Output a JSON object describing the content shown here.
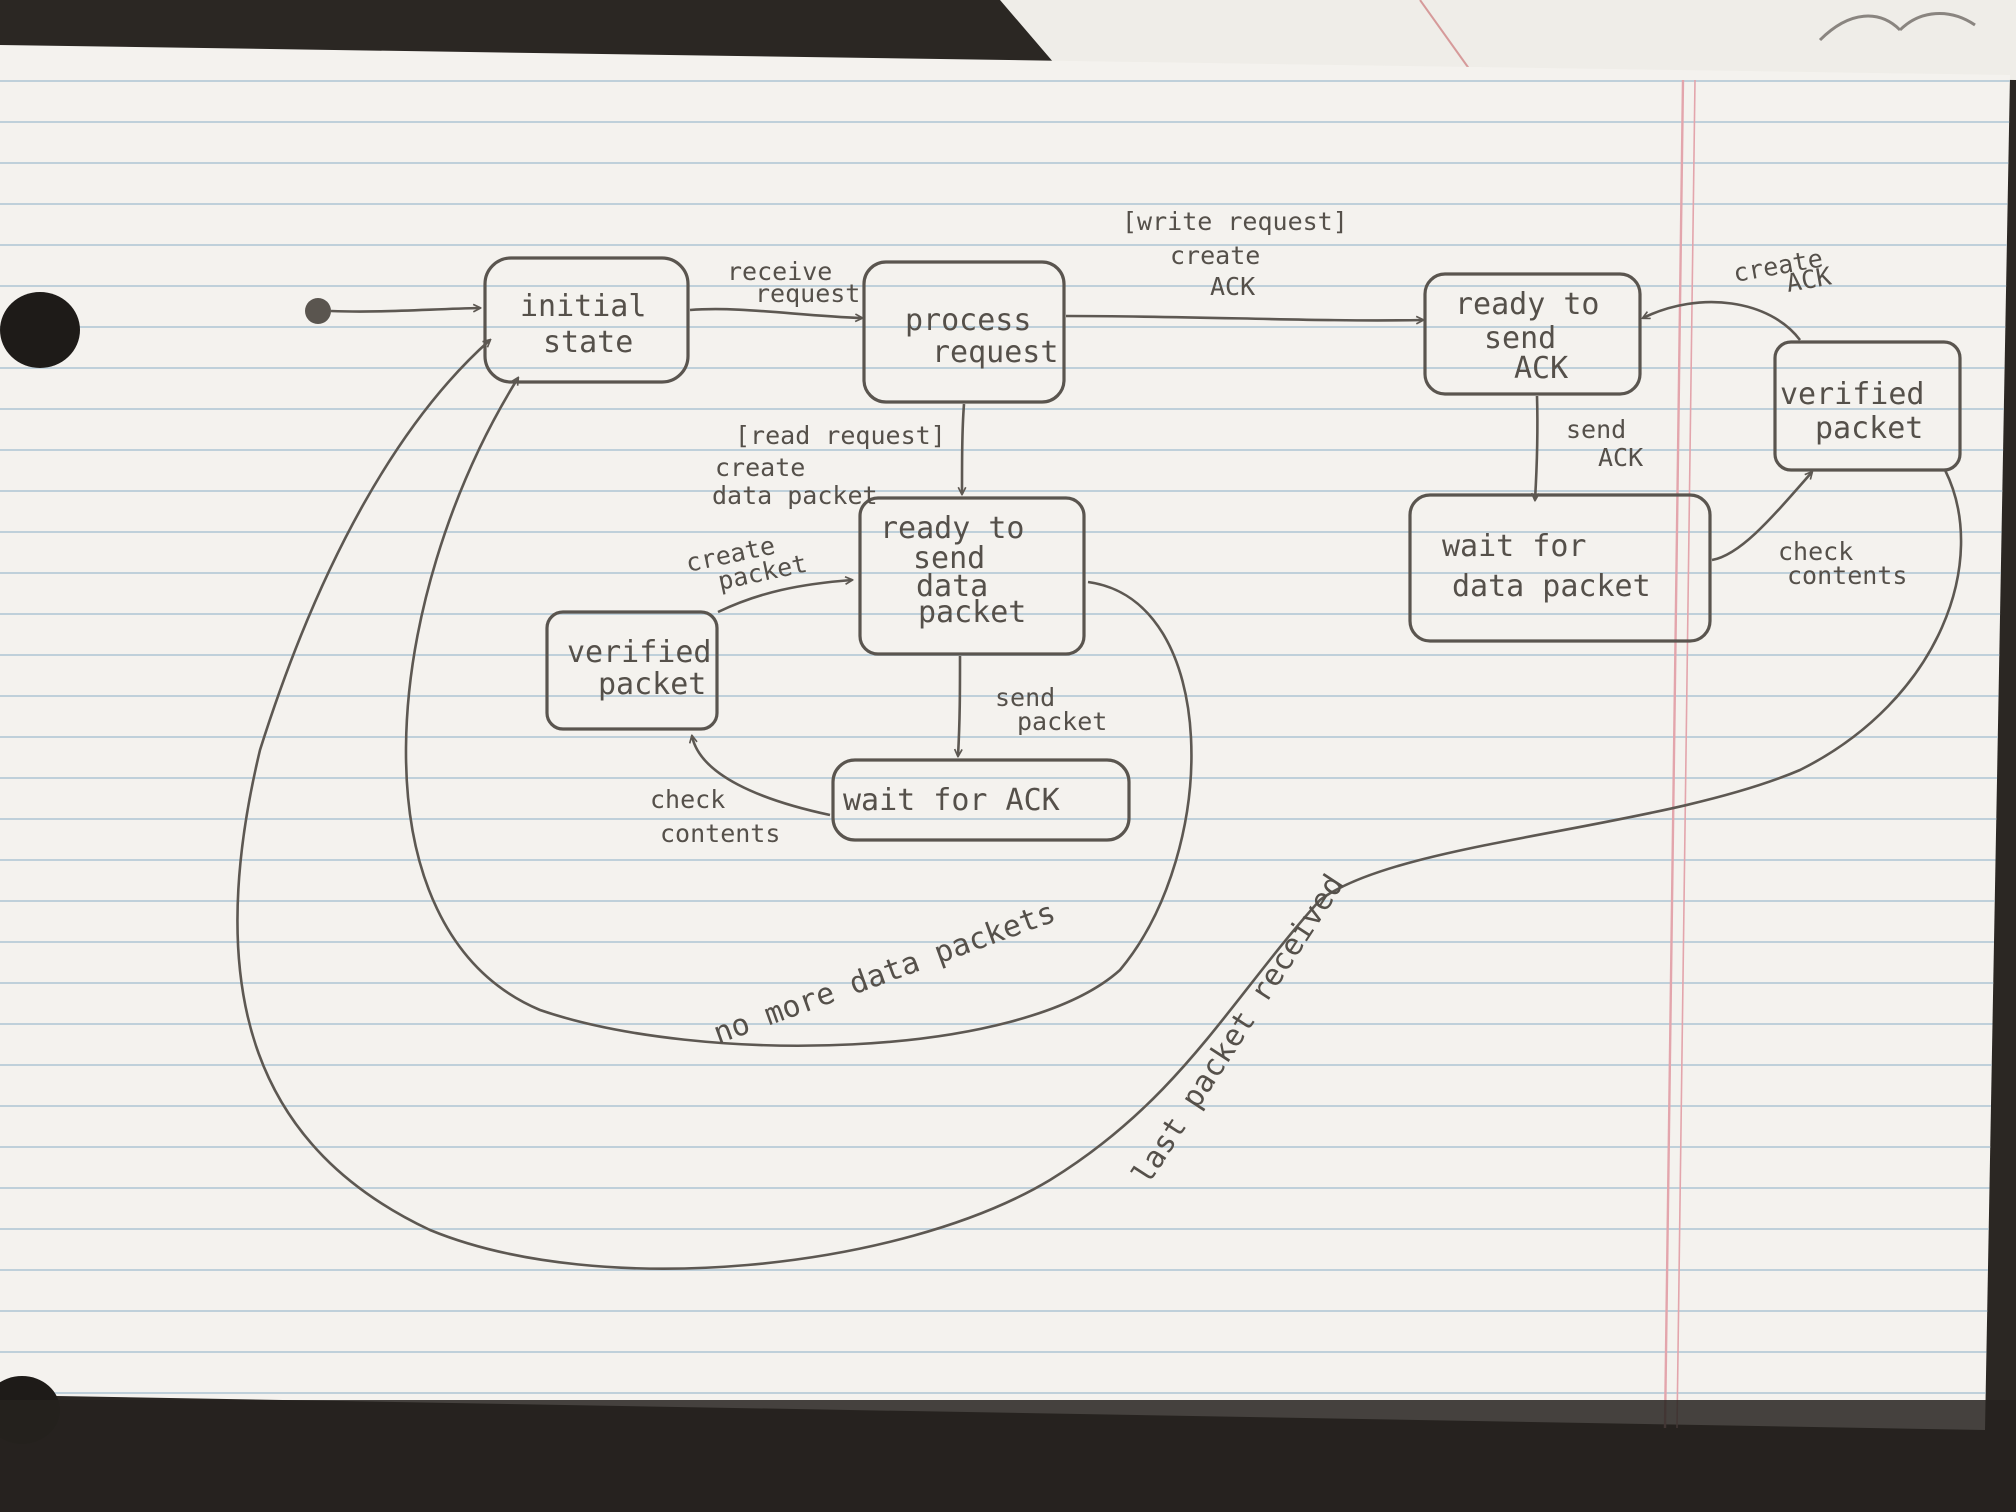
{
  "diagram": {
    "states": {
      "initial": [
        "initial",
        "state"
      ],
      "process": [
        "process",
        "request"
      ],
      "ready_data": [
        "ready to",
        "send",
        "data",
        "packet"
      ],
      "verified_left": [
        "verified",
        "packet"
      ],
      "wait_ack": [
        "wait for ACK"
      ],
      "ready_ack": [
        "ready to",
        "send",
        "ACK"
      ],
      "verified_right": [
        "verified",
        "packet"
      ],
      "wait_data": [
        "wait for",
        "data packet"
      ]
    },
    "transitions": {
      "receive_request": [
        "receive",
        "request"
      ],
      "write_request": [
        "[write request]",
        "create",
        "ACK"
      ],
      "read_request": [
        "[read request]",
        "create",
        "data packet"
      ],
      "create_packet": [
        "create",
        "packet"
      ],
      "send_packet": [
        "send",
        "packet"
      ],
      "check_contents_left": [
        "check",
        "contents"
      ],
      "send_ack": [
        "send",
        "ACK"
      ],
      "check_contents_right": [
        "check",
        "contents"
      ],
      "create_ack": [
        "create",
        "ACK"
      ],
      "no_more_data": "no more data packets",
      "last_packet": "last packet received"
    }
  }
}
